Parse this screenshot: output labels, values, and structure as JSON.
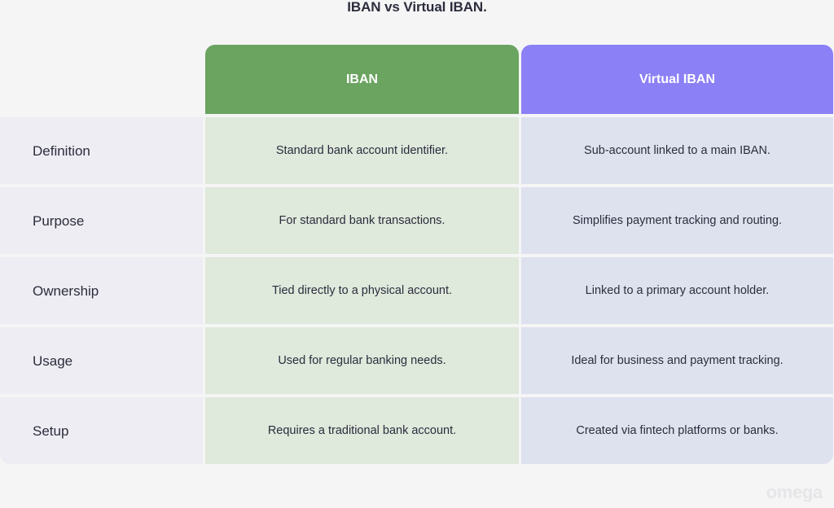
{
  "title": "IBAN vs Virtual IBAN.",
  "watermark": "omega",
  "colors": {
    "page_background": "#f5f5f6",
    "header_iban": "#6ba360",
    "header_virtual_iban": "#8b80f5",
    "cell_iban": "#dfe9dc",
    "cell_virtual_iban": "#dee2ef",
    "cell_label": "#eeedf3",
    "text_dark": "#2b2d3c",
    "text_light": "#ffffff",
    "watermark": "#e6e6e8"
  },
  "table": {
    "columns": [
      {
        "key": "attribute",
        "label": ""
      },
      {
        "key": "iban",
        "label": "IBAN"
      },
      {
        "key": "virtual_iban",
        "label": "Virtual IBAN"
      }
    ],
    "rows": [
      {
        "attribute": "Definition",
        "iban": "Standard bank account identifier.",
        "virtual_iban": "Sub-account linked to a main IBAN."
      },
      {
        "attribute": "Purpose",
        "iban": "For standard bank transactions.",
        "virtual_iban": "Simplifies payment tracking and routing."
      },
      {
        "attribute": "Ownership",
        "iban": "Tied directly to a physical account.",
        "virtual_iban": "Linked to a primary account holder."
      },
      {
        "attribute": "Usage",
        "iban": "Used for regular banking needs.",
        "virtual_iban": "Ideal for business and payment tracking."
      },
      {
        "attribute": "Setup",
        "iban": "Requires a traditional bank account.",
        "virtual_iban": "Created via fintech platforms or banks."
      }
    ]
  }
}
